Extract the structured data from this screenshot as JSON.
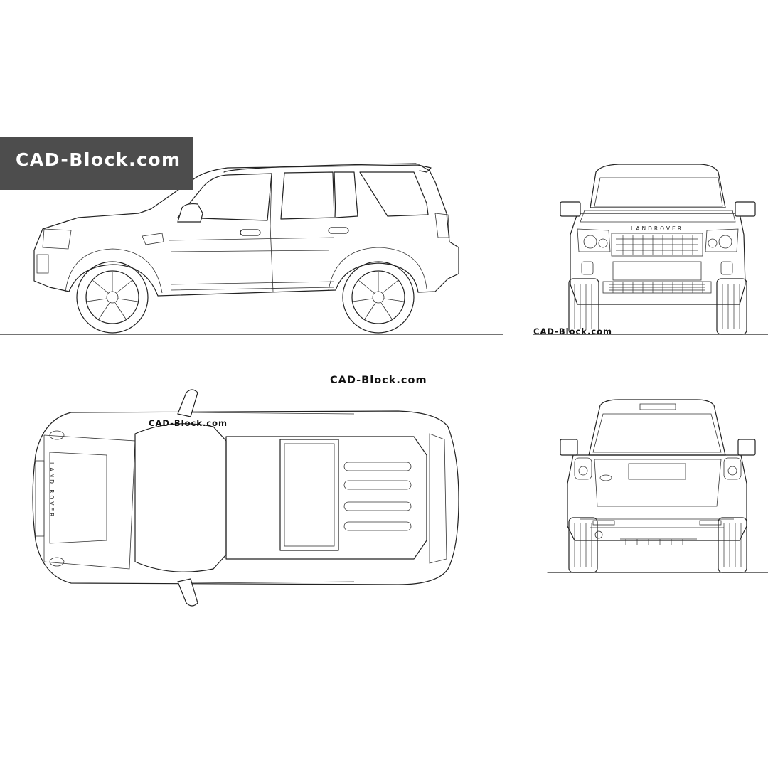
{
  "banner": {
    "text": "CAD-Block.com"
  },
  "watermarks": {
    "front_view": "CAD-Block.com",
    "center": "CAD-Block.com",
    "top_view": "CAD-Block.com"
  },
  "badges": {
    "front_hood": "LANDROVER",
    "top_hood": "LAND ROVER"
  },
  "colors": {
    "banner_bg": "#4d4d4d",
    "banner_text": "#ffffff",
    "line": "#222222",
    "background": "#ffffff"
  }
}
